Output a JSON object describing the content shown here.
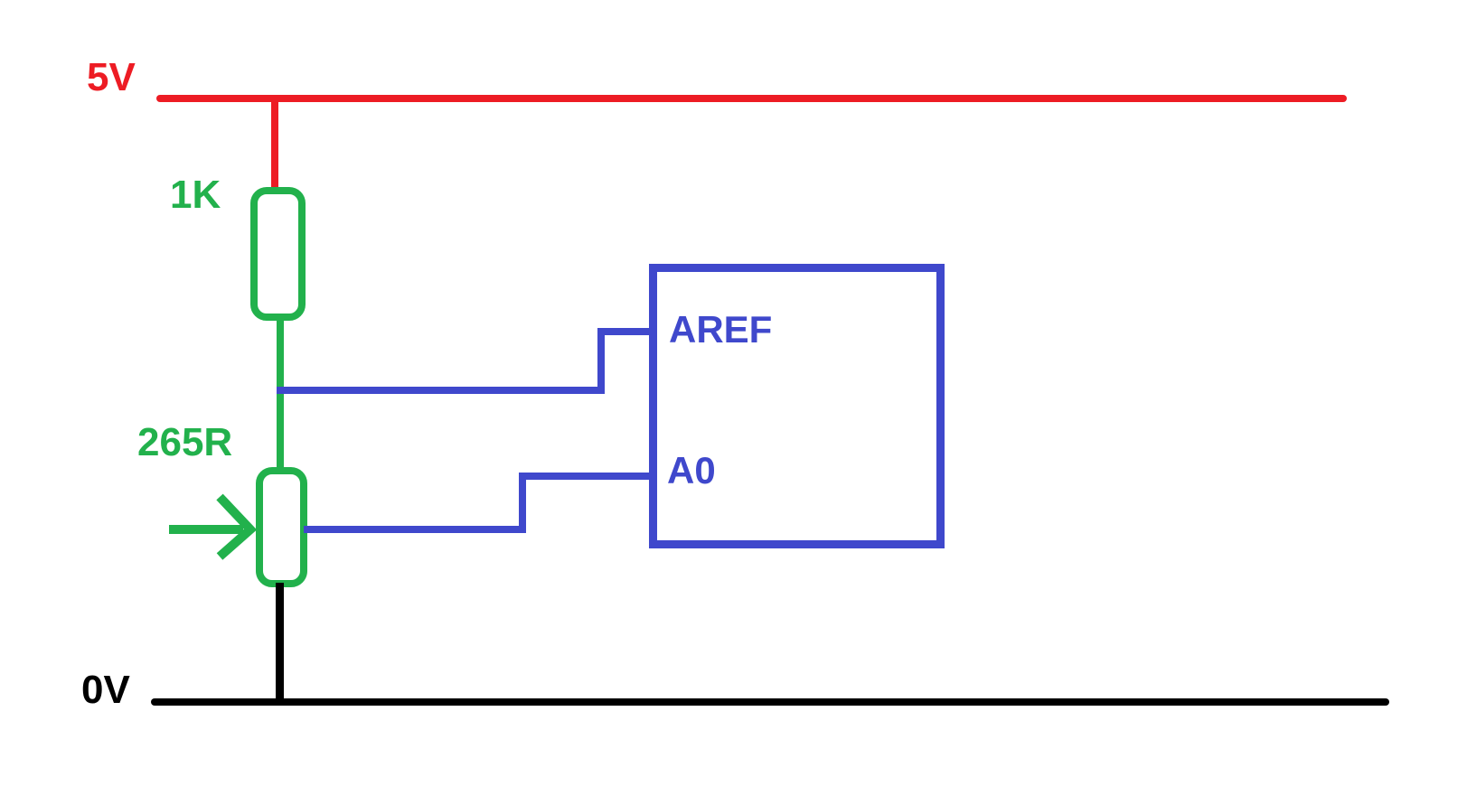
{
  "colors": {
    "background": "#ffffff",
    "rail5v": "#ed1c24",
    "green": "#22b14c",
    "blue": "#3f48cc",
    "black": "#000000"
  },
  "rails": {
    "positive": {
      "label": "5V"
    },
    "ground": {
      "label": "0V"
    }
  },
  "resistors": {
    "fixed": {
      "value": "1K"
    },
    "variable": {
      "value": "265R"
    }
  },
  "mcu": {
    "pin_aref": {
      "label": "AREF"
    },
    "pin_a0": {
      "label": "A0"
    }
  }
}
